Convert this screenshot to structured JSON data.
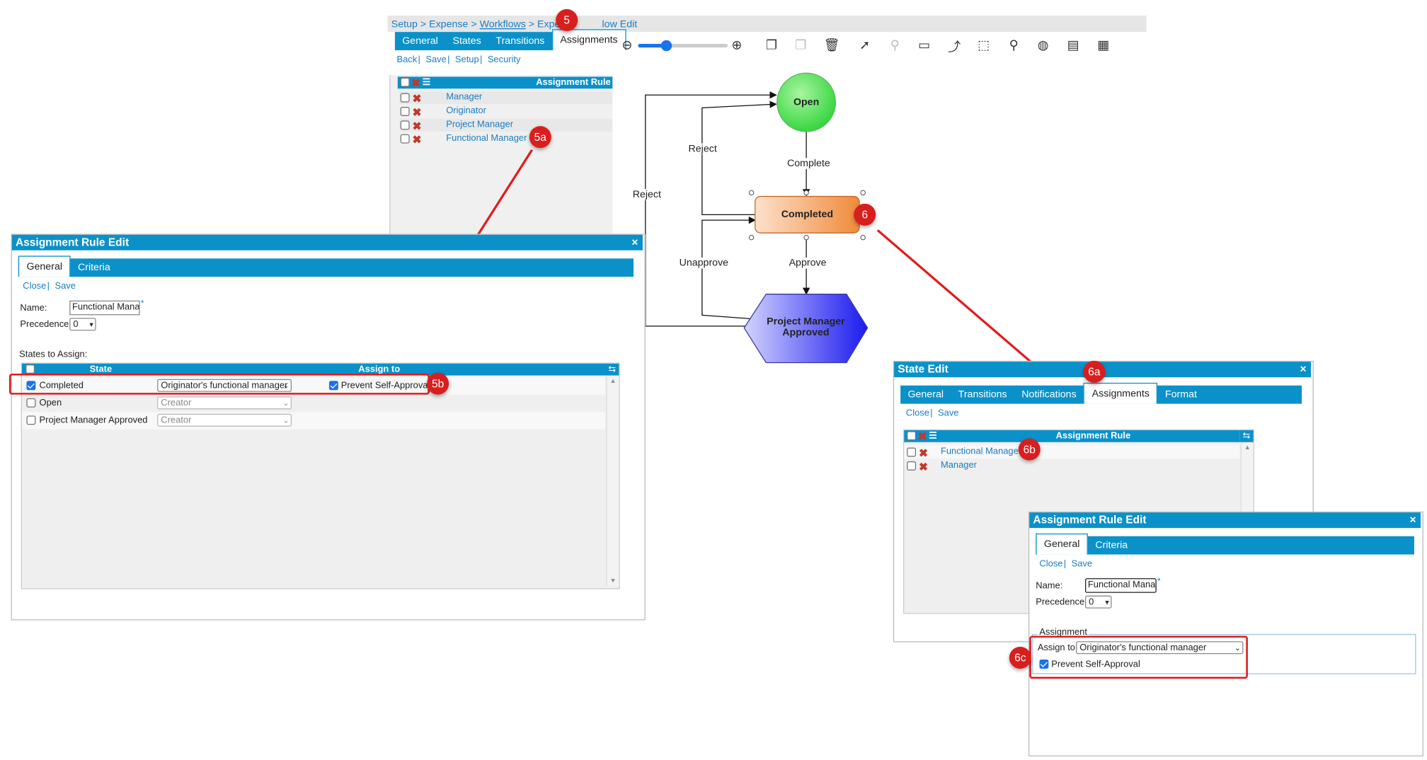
{
  "breadcrumb": {
    "setup": "Setup",
    "sep": " > ",
    "expense": "Expense",
    "workflows": "Workflows",
    "expense2": "Expense",
    "tail": "low Edit"
  },
  "workflow_tabs": [
    "General",
    "States",
    "Transitions",
    "Assignments"
  ],
  "workflow_links": [
    "Back",
    "Save",
    "Setup",
    "Security"
  ],
  "assign_grid": {
    "header": "Assignment Rule",
    "rules": [
      "Manager",
      "Originator",
      "Project Manager",
      "Functional Manager"
    ]
  },
  "toolbar": {
    "icons": [
      "zoom-out-icon",
      "zoom-slider",
      "zoom-in-icon",
      "copy-icon",
      "paste-icon",
      "delete-icon",
      "select-icon",
      "lasso-icon",
      "add-state-icon",
      "add-transition-icon",
      "marquee-icon",
      "find-icon",
      "globe-icon",
      "comment-icon",
      "note-icon"
    ],
    "zoom_level": 0.3
  },
  "diagram": {
    "states": {
      "open": "Open",
      "completed": "Completed",
      "pm_approved_1": "Project Manager",
      "pm_approved_2": "Approved"
    },
    "transitions": {
      "reject1": "Reject",
      "reject2": "Reject",
      "complete": "Complete",
      "approve": "Approve",
      "unapprove": "Unapprove"
    }
  },
  "rule_edit_left": {
    "title": "Assignment Rule Edit",
    "close_x": "×",
    "tabs": [
      "General",
      "Criteria"
    ],
    "links": [
      "Close",
      "Save"
    ],
    "name_label": "Name:",
    "name_value": "Functional Manag",
    "required_star": "*",
    "precedence_label": "Precedence:",
    "precedence_value": "0",
    "states_label": "States to Assign:",
    "grid_header_state": "State",
    "grid_header_assign": "Assign to",
    "rows": [
      {
        "state": "Completed",
        "checked": true,
        "assign": "Originator's functional manager",
        "prevent": "Prevent Self-Approval",
        "prevent_checked": true
      },
      {
        "state": "Open",
        "checked": false,
        "assign": "Creator"
      },
      {
        "state": "Project Manager Approved",
        "checked": false,
        "assign": "Creator"
      }
    ]
  },
  "state_edit": {
    "title": "State Edit",
    "close_x": "×",
    "tabs": [
      "General",
      "Transitions",
      "Notifications",
      "Assignments",
      "Format"
    ],
    "links": [
      "Close",
      "Save"
    ],
    "grid_header": "Assignment Rule",
    "rules": [
      "Functional Manager",
      "Manager"
    ]
  },
  "rule_edit_right": {
    "title": "Assignment Rule Edit",
    "close_x": "×",
    "tabs": [
      "General",
      "Criteria"
    ],
    "links": [
      "Close",
      "Save"
    ],
    "name_label": "Name:",
    "name_value": "Functional Manag",
    "required_star": "*",
    "precedence_label": "Precedence:",
    "precedence_value": "0",
    "assignment_legend": "Assignment",
    "assign_to_label": "Assign to:",
    "assign_to_value": "Originator's functional manager",
    "prevent_label": "Prevent Self-Approval"
  },
  "badges": {
    "b5": "5",
    "b5a": "5a",
    "b5b": "5b",
    "b6": "6",
    "b6a": "6a",
    "b6b": "6b",
    "b6c": "6c"
  },
  "colors": {
    "accent": "#0a91c9",
    "callout": "#e21b1b",
    "link": "#1a7dc4"
  }
}
